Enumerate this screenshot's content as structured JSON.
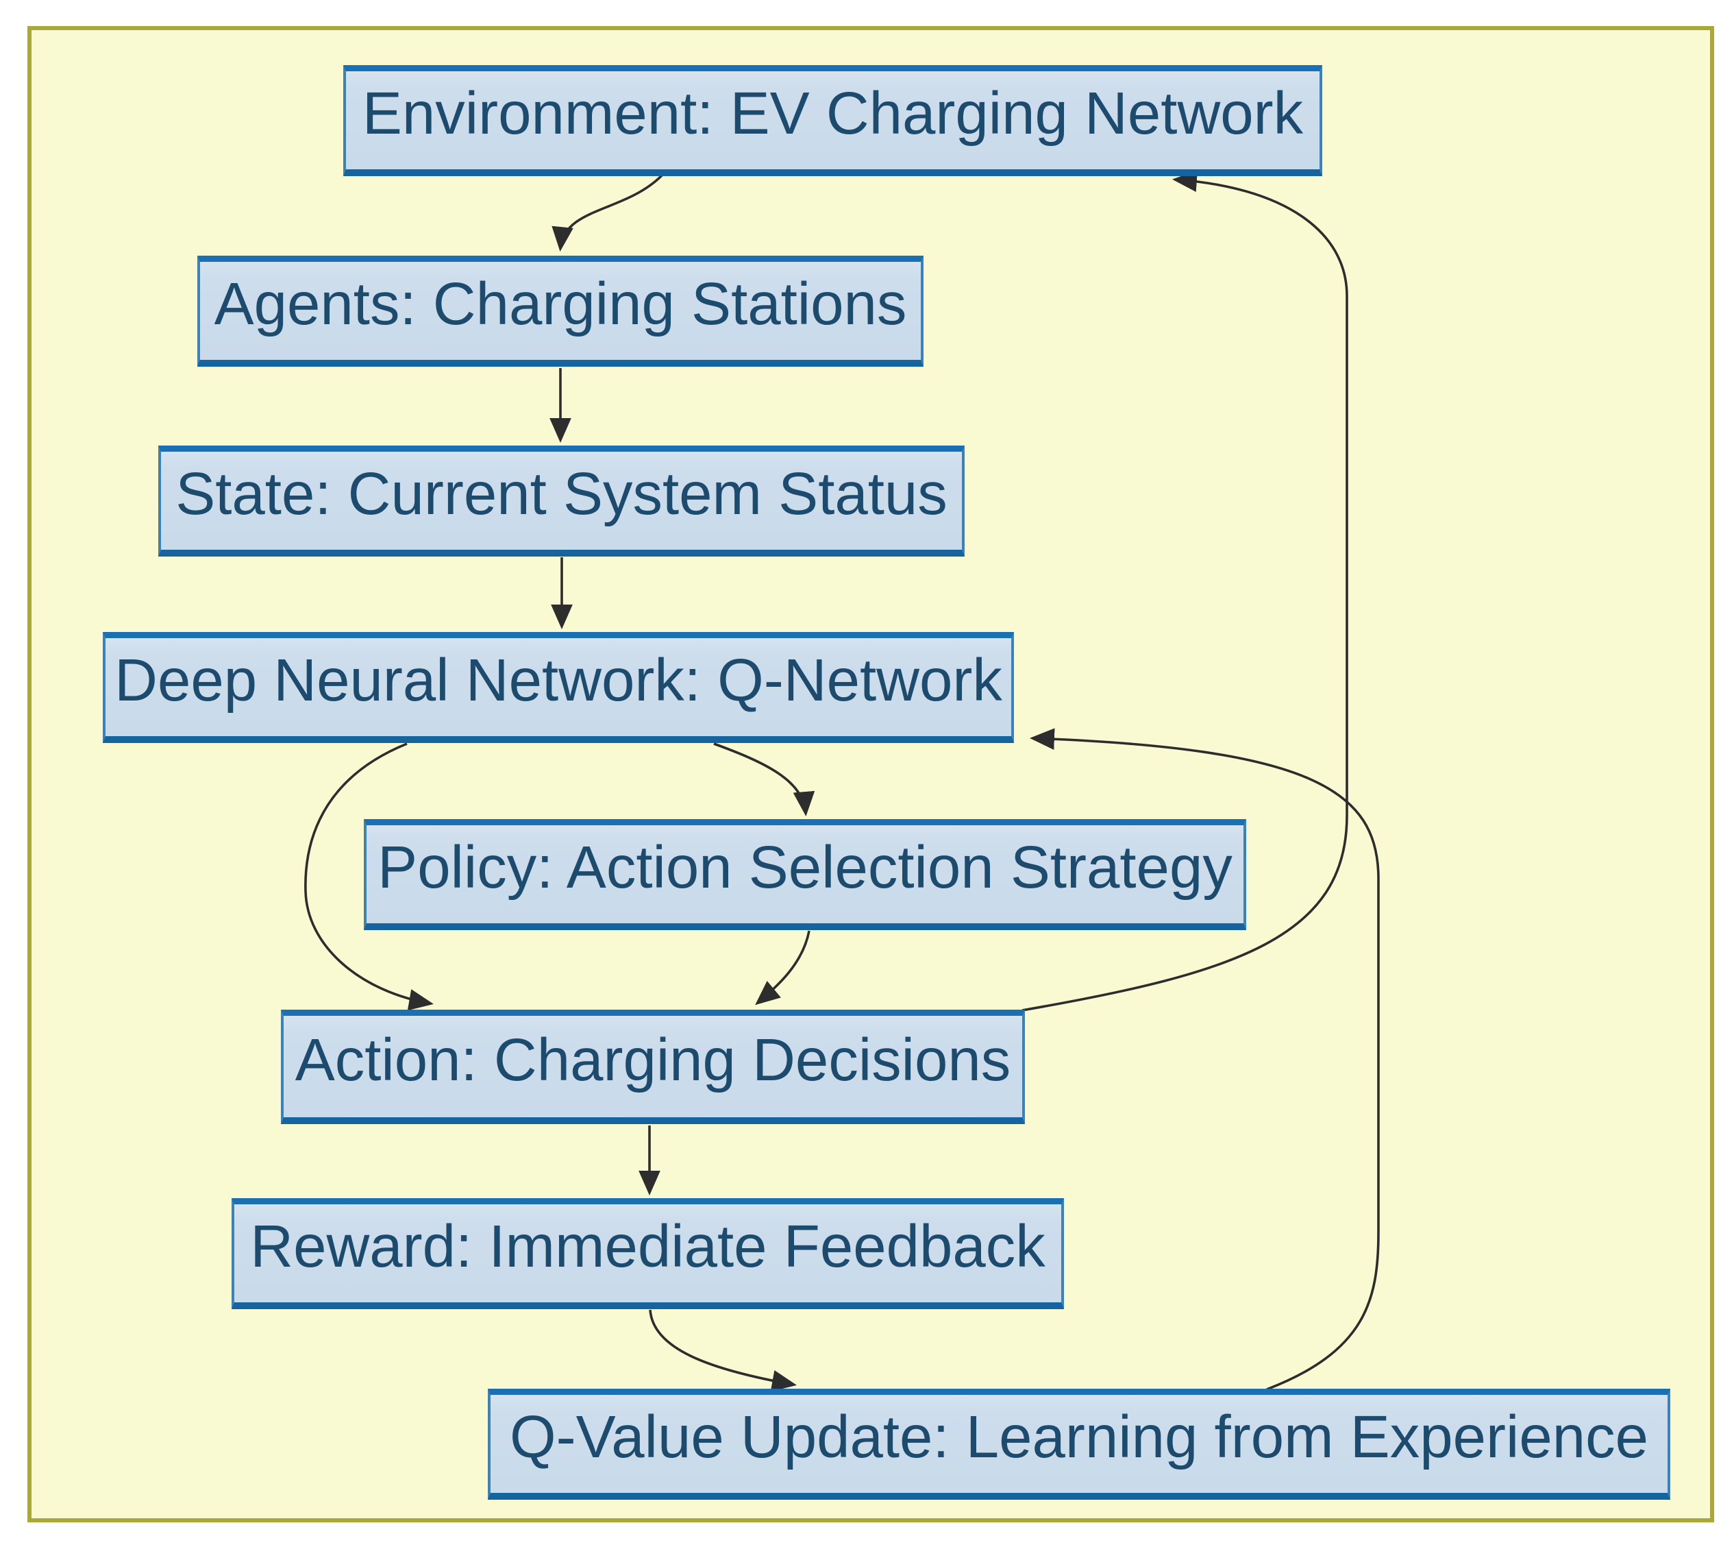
{
  "diagram": {
    "type": "flowchart",
    "background_color": "#ffffff",
    "frame": {
      "fill": "#fafad2",
      "border_color": "#a9a93b"
    },
    "node_style": {
      "fill": "#cdddec",
      "border_color": "#1b6fb3",
      "text_color": "#1c4b6e"
    },
    "arrow_color": "#2d2d2d",
    "nodes": [
      {
        "id": "environment",
        "label": "Environment: EV Charging Network"
      },
      {
        "id": "agents",
        "label": "Agents: Charging Stations"
      },
      {
        "id": "state",
        "label": "State: Current System Status"
      },
      {
        "id": "q_network",
        "label": "Deep Neural Network: Q-Network"
      },
      {
        "id": "policy",
        "label": "Policy: Action Selection Strategy"
      },
      {
        "id": "action",
        "label": "Action: Charging Decisions"
      },
      {
        "id": "reward",
        "label": "Reward: Immediate Feedback"
      },
      {
        "id": "q_value_update",
        "label": "Q-Value Update: Learning from Experience"
      }
    ],
    "edges": [
      {
        "from": "environment",
        "to": "agents"
      },
      {
        "from": "agents",
        "to": "state"
      },
      {
        "from": "state",
        "to": "q_network"
      },
      {
        "from": "q_network",
        "to": "policy"
      },
      {
        "from": "q_network",
        "to": "action"
      },
      {
        "from": "policy",
        "to": "action"
      },
      {
        "from": "action",
        "to": "reward"
      },
      {
        "from": "reward",
        "to": "q_value_update"
      },
      {
        "from": "q_value_update",
        "to": "q_network"
      },
      {
        "from": "action",
        "to": "environment"
      }
    ]
  }
}
